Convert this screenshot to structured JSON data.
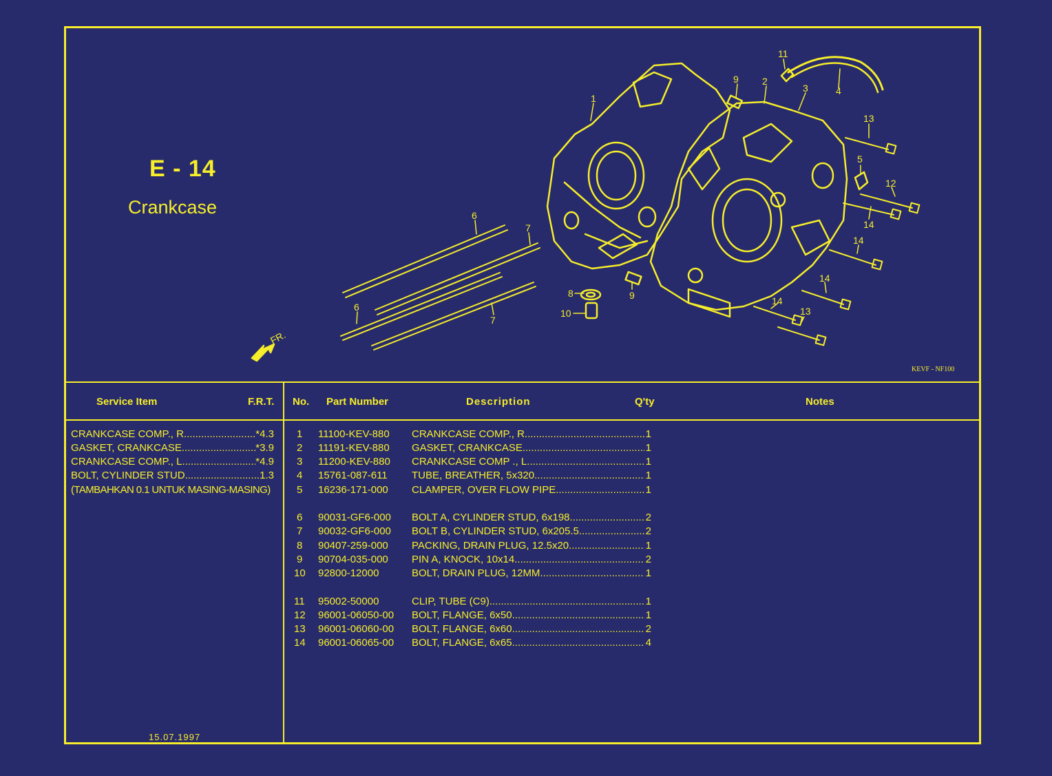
{
  "header": {
    "code": "E - 14",
    "title": "Crankcase",
    "drawing_code": "KEVF - NF100",
    "front_label": "FR."
  },
  "table_headers": {
    "service_item": "Service Item",
    "frt": "F.R.T.",
    "no": "No.",
    "part_number": "Part Number",
    "description": "Description",
    "qty": "Q'ty",
    "notes": "Notes"
  },
  "service_items": [
    {
      "name": "CRANKCASE COMP., R",
      "frt": "*4.3"
    },
    {
      "name": "GASKET, CRANKCASE",
      "frt": "*3.9"
    },
    {
      "name": "CRANKCASE COMP., L",
      "frt": "*4.9"
    },
    {
      "name": "BOLT, CYLINDER STUD",
      "frt": "1.3"
    }
  ],
  "service_note": "(TAMBAHKAN 0.1 UNTUK MASING-MASING)",
  "date": "15.07.1997",
  "parts": [
    {
      "no": "1",
      "part_number": "11100-KEV-880",
      "description": "CRANKCASE COMP., R.",
      "qty": "1"
    },
    {
      "no": "2",
      "part_number": "11191-KEV-880",
      "description": "GASKET, CRANKCASE",
      "qty": "1"
    },
    {
      "no": "3",
      "part_number": "11200-KEV-880",
      "description": "CRANKCASE COMP ., L.",
      "qty": "1"
    },
    {
      "no": "4",
      "part_number": "15761-087-611",
      "description": "TUBE, BREATHER, 5x320",
      "qty": "1"
    },
    {
      "no": "5",
      "part_number": "16236-171-000",
      "description": "CLAMPER, OVER FLOW PIPE",
      "qty": "1"
    },
    {
      "no": "6",
      "part_number": "90031-GF6-000",
      "description": "BOLT A, CYLINDER STUD, 6x198",
      "qty": "2"
    },
    {
      "no": "7",
      "part_number": "90032-GF6-000",
      "description": "BOLT B, CYLINDER STUD, 6x205.5",
      "qty": "2"
    },
    {
      "no": "8",
      "part_number": "90407-259-000",
      "description": "PACKING, DRAIN PLUG, 12.5x20",
      "qty": "1"
    },
    {
      "no": "9",
      "part_number": "90704-035-000",
      "description": "PIN A, KNOCK, 10x14",
      "qty": "2"
    },
    {
      "no": "10",
      "part_number": "92800-12000",
      "description": "BOLT, DRAIN PLUG, 12MM",
      "qty": "1"
    },
    {
      "no": "11",
      "part_number": "95002-50000",
      "description": "CLIP, TUBE (C9)",
      "qty": "1"
    },
    {
      "no": "12",
      "part_number": "96001-06050-00",
      "description": "BOLT, FLANGE, 6x50",
      "qty": "1"
    },
    {
      "no": "13",
      "part_number": "96001-06060-00",
      "description": "BOLT, FLANGE, 6x60",
      "qty": "2"
    },
    {
      "no": "14",
      "part_number": "96001-06065-00",
      "description": "BOLT, FLANGE, 6x65",
      "qty": "4"
    }
  ],
  "callouts": [
    "1",
    "2",
    "3",
    "4",
    "5",
    "6",
    "6",
    "7",
    "7",
    "8",
    "9",
    "9",
    "10",
    "11",
    "12",
    "13",
    "13",
    "14",
    "14",
    "14",
    "14"
  ],
  "colors": {
    "background": "#282b6b",
    "ink": "#f6ee2a"
  }
}
